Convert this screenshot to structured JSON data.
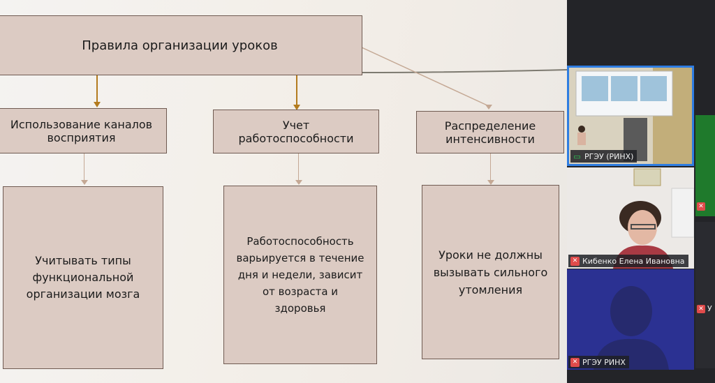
{
  "slide": {
    "title": "Правила организации уроков",
    "categories": [
      {
        "label_line1": "Использование каналов",
        "label_line2": "восприятия"
      },
      {
        "label_line1": "Учет",
        "label_line2": "работоспособности"
      },
      {
        "label_line1": "Распределение",
        "label_line2": "интенсивности"
      }
    ],
    "details": [
      {
        "lines": [
          "Учитывать типы",
          "функциональной",
          "организации мозга"
        ]
      },
      {
        "lines": [
          "Работоспособность",
          "варьируется в течение",
          "дня и недели, зависит",
          "от возраста и",
          "здоровья"
        ]
      },
      {
        "lines": [
          "Уроки не должны",
          "вызывать сильного",
          "утомления"
        ]
      }
    ]
  },
  "participants": [
    {
      "name": "РГЭУ (РИНХ)",
      "status_icon": "screen-share-icon",
      "active": true
    },
    {
      "name": "Кибенко Елена Ивановна",
      "status_icon": "mic-off-icon",
      "active": false
    },
    {
      "name": "РГЭУ РИНХ",
      "status_icon": "mic-off-icon",
      "active": false
    }
  ],
  "edge_participant_initial": "У",
  "colors": {
    "box_fill": "#dccbc3",
    "box_border": "#6f5a51",
    "arrow_gold": "#b37b1e",
    "active_border": "#2f7de1",
    "mic_off": "#e04b4b"
  }
}
